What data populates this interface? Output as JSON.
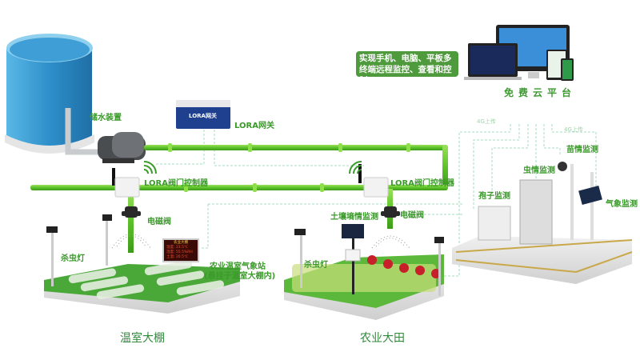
{
  "callout": {
    "line1": "实现手机、电脑、平板多",
    "line2": "终端远程监控、查看和控制"
  },
  "cloud_platform": "免费云平台",
  "uplink_labels": [
    "4G上传",
    "4G上传"
  ],
  "labels": {
    "water_storage": "储水装置",
    "lora_gateway": "LORA网关",
    "gateway_device_text": "LORA网关",
    "valve_controller_1": "LORA阀门控制器",
    "valve_controller_2": "LORA阀门控制器",
    "solenoid_valve_1": "电磁阀",
    "solenoid_valve_2": "电磁阀",
    "insect_lamp_1": "杀虫灯",
    "insect_lamp_2": "杀虫灯",
    "greenhouse_station_line1": "农业温室气象站",
    "greenhouse_station_line2": "(悬挂于温室大棚内)",
    "soil_moisture": "土壤墒情监测",
    "spore_monitor": "孢子监测",
    "pest_monitor": "虫情监测",
    "seedling_monitor": "苗情监测",
    "weather_monitor": "气象监测"
  },
  "led_display": {
    "title": "农业大棚",
    "rows": [
      "温度:  23.5℃",
      "湿度:  55.5%RH",
      "土温:  20.5℃"
    ]
  },
  "captions": {
    "greenhouse": "温室大棚",
    "farmland": "农业大田"
  },
  "colors": {
    "label_green": "#3a9a2a",
    "pipe_green": "#6bcf2e",
    "dashed_line": "#a6dcc0",
    "tank_blue": "#2f8fc9",
    "callout_bg": "#4e9a3c"
  }
}
